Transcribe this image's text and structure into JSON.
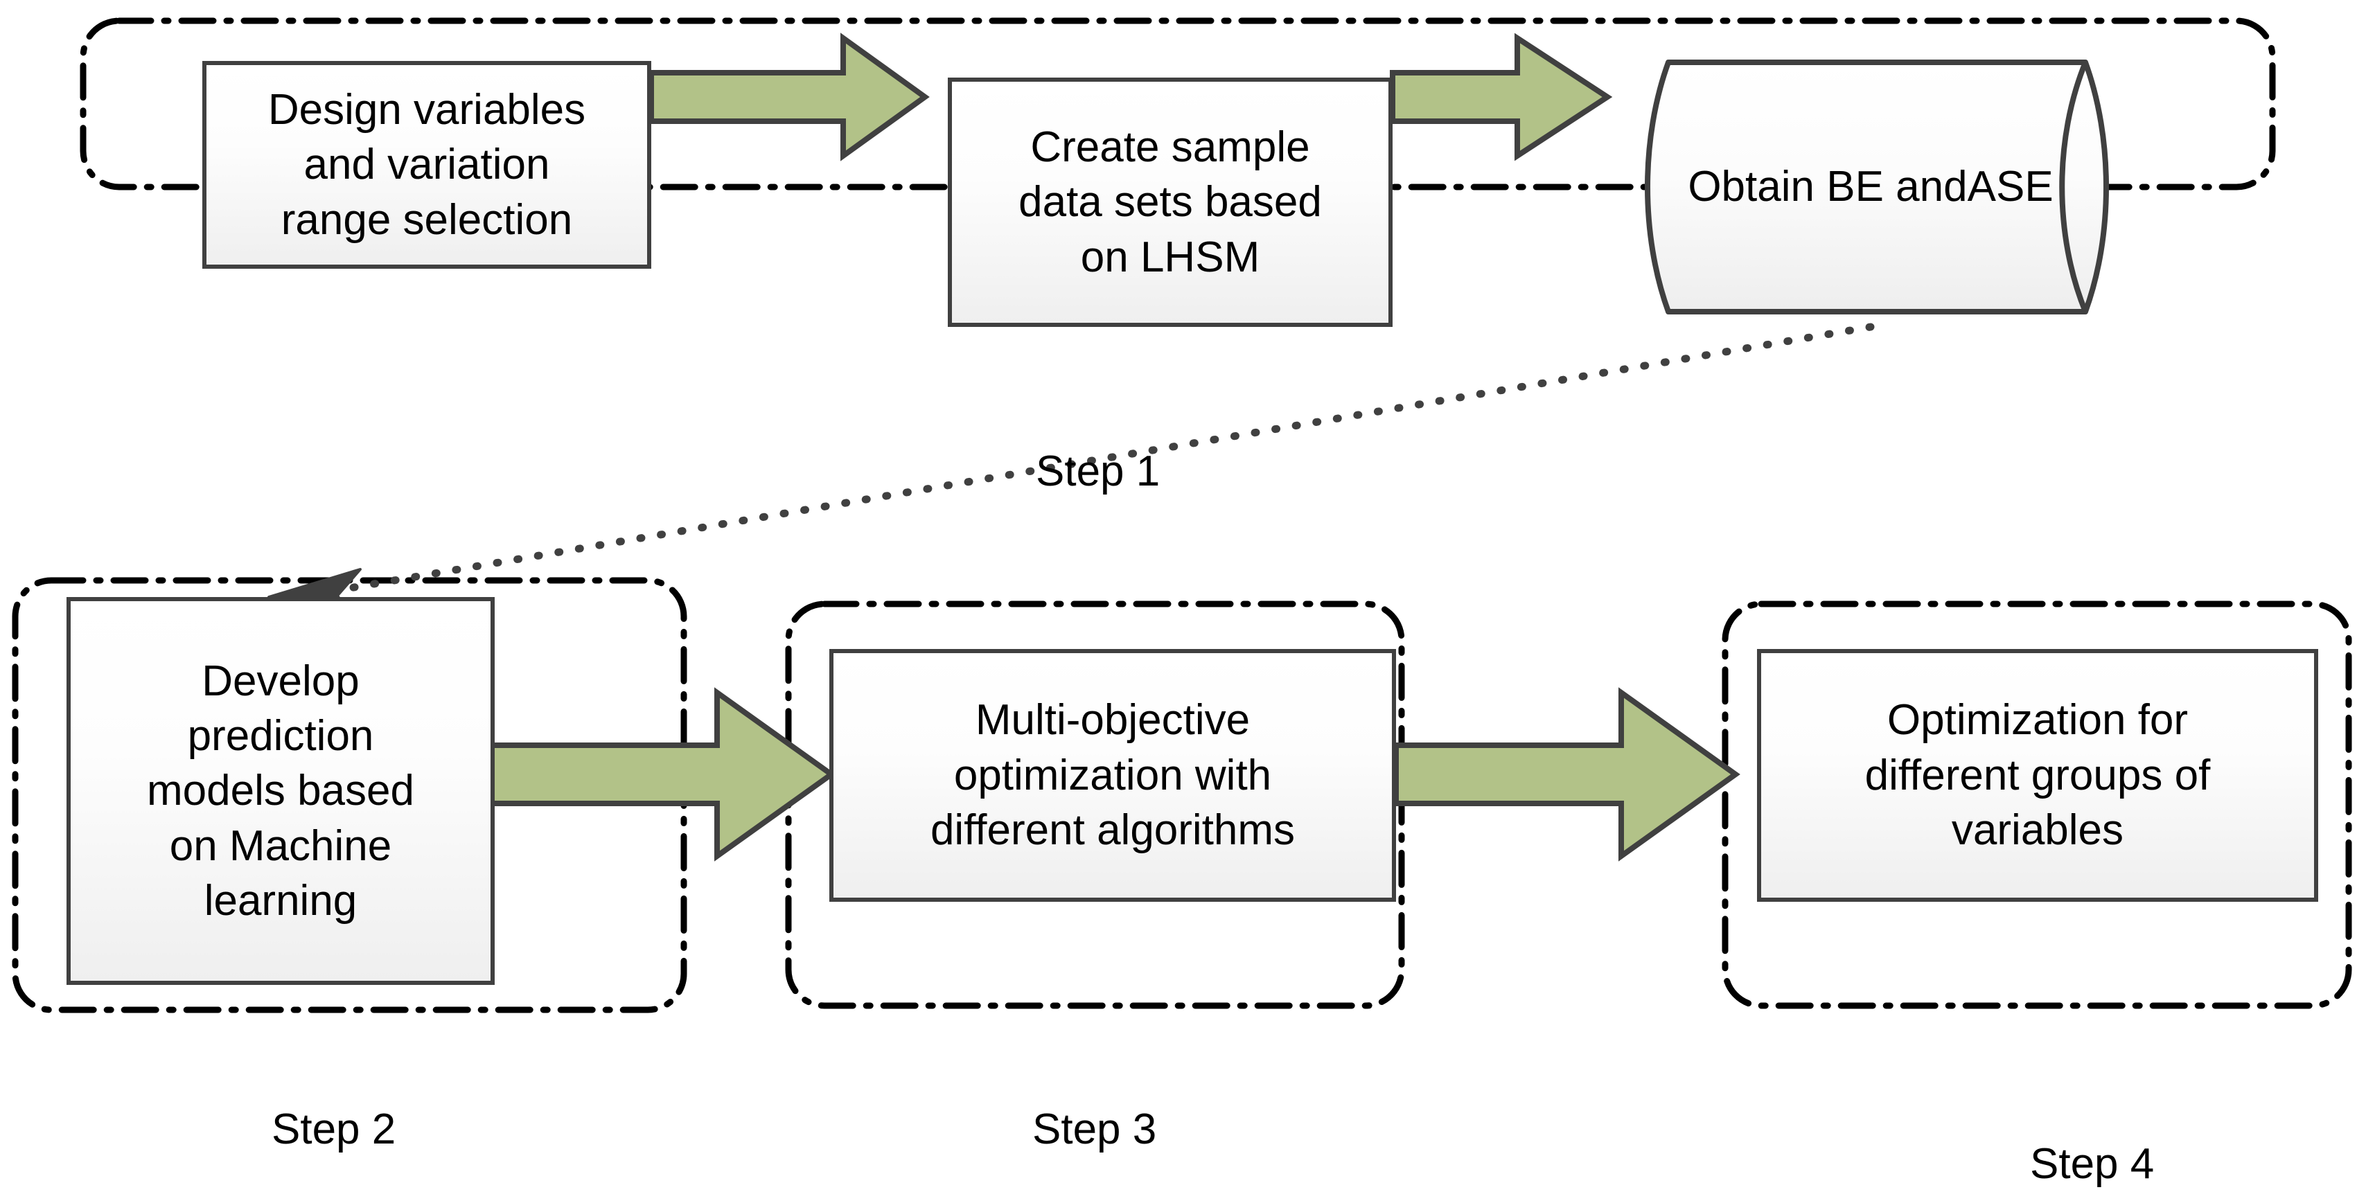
{
  "diagram": {
    "title": "Four-step optimization workflow",
    "colors": {
      "arrow_fill": "#b2c288",
      "arrow_stroke": "#404040",
      "box_stroke": "#404040",
      "container_stroke": "#000000",
      "connector_stroke": "#404040",
      "text": "#000000"
    },
    "containers": [
      {
        "id": "step1",
        "label": "Step 1",
        "style": "dash-dot-rounded"
      },
      {
        "id": "step2",
        "label": "Step 2",
        "style": "dash-dot-rounded"
      },
      {
        "id": "step3",
        "label": "Step 3",
        "style": "dash-dot-rounded"
      },
      {
        "id": "step4",
        "label": "Step 4",
        "style": "dash-dot-rounded"
      }
    ],
    "nodes": [
      {
        "id": "n1",
        "shape": "rectangle",
        "text": "Design variables and variation range selection"
      },
      {
        "id": "n2",
        "shape": "rectangle",
        "text": "Create sample data sets based on LHSM"
      },
      {
        "id": "n3",
        "shape": "cylinder",
        "text": "Obtain BE and ASE"
      },
      {
        "id": "n4",
        "shape": "rectangle",
        "text": "Develop prediction models based on Machine learning"
      },
      {
        "id": "n5",
        "shape": "rectangle",
        "text": "Multi-objective optimization with different algorithms"
      },
      {
        "id": "n6",
        "shape": "rectangle",
        "text": "Optimization for different groups of variables"
      }
    ],
    "connectors": [
      {
        "id": "a1",
        "type": "block-arrow",
        "from": "n1",
        "to": "n2",
        "direction": "right"
      },
      {
        "id": "a2",
        "type": "block-arrow",
        "from": "n2",
        "to": "n3",
        "direction": "right"
      },
      {
        "id": "a3",
        "type": "block-arrow",
        "from": "n4",
        "to": "n5",
        "direction": "right"
      },
      {
        "id": "a4",
        "type": "block-arrow",
        "from": "n5",
        "to": "n6",
        "direction": "right"
      },
      {
        "id": "a5",
        "type": "dotted-arrow",
        "from": "n3",
        "to": "n4",
        "direction": "left"
      }
    ],
    "step_labels": {
      "step1": "Step 1",
      "step2": "Step 2",
      "step3": "Step 3",
      "step4": "Step 4"
    },
    "node_text": {
      "n1_l1": "Design variables",
      "n1_l2": "and variation",
      "n1_l3": "range selection",
      "n2_l1": "Create sample",
      "n2_l2": "data sets based",
      "n2_l3": "on LHSM",
      "n3_l1": "Obtain BE and",
      "n3_l2": "ASE",
      "n4_l1": "Develop",
      "n4_l2": "prediction",
      "n4_l3": "models based",
      "n4_l4": "on Machine",
      "n4_l5": "learning",
      "n5_l1": "Multi-objective",
      "n5_l2": "optimization with",
      "n5_l3": "different algorithms",
      "n6_l1": "Optimization for",
      "n6_l2": "different groups of",
      "n6_l3": "variables"
    }
  }
}
